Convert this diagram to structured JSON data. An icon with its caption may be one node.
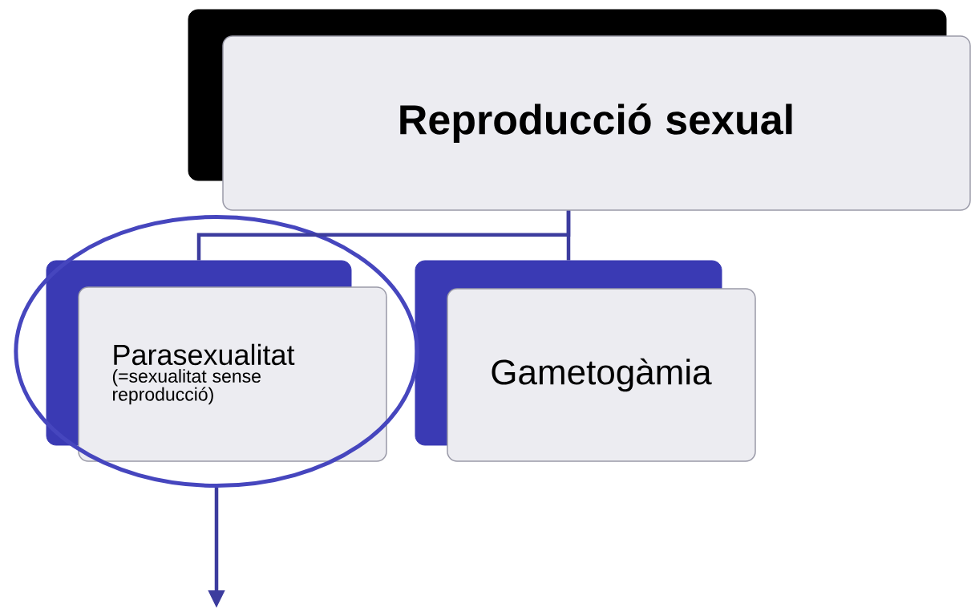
{
  "diagram": {
    "nodes": [
      {
        "text": [
          "Reproducció sexual"
        ]
      },
      {
        "text": [],
        "shape": "circle"
      },
      {
        "text": [
          "Parasexualitat",
          "(=sexualitat sense reproducció)"
        ],
        "in": 1
      },
      {
        "text": [
          "Gametogàmia"
        ]
      }
    ],
    "edges": [
      {
        "from": 0,
        "to": 2,
        "arrow": "none"
      },
      {
        "from": 0,
        "to": 3,
        "arrow": "none"
      },
      {
        "from": 1,
        "to": null,
        "arrow": "to"
      }
    ]
  }
}
